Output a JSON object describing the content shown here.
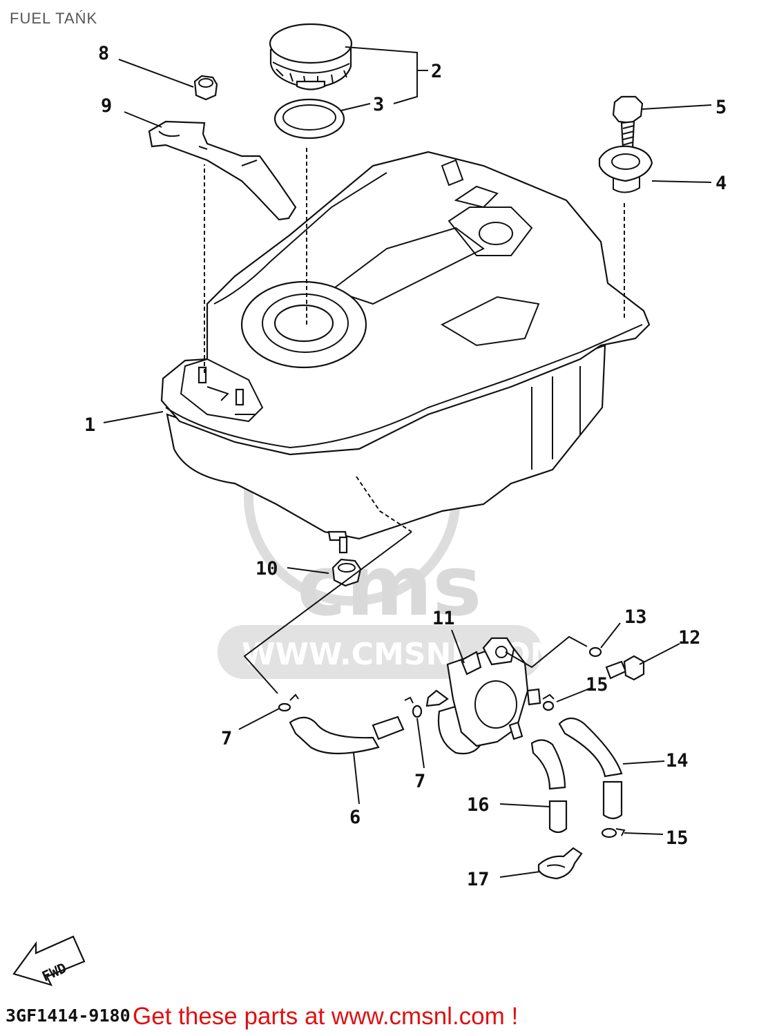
{
  "title": "FUEL TAŃK",
  "drawing_code": "3GF1414-9180",
  "promo": "Get these parts at www.cmsnl.com !",
  "watermark": {
    "brand": "cms",
    "url": "WWW.CMSNL.COM"
  },
  "direction_label": "FWD",
  "callouts": [
    "1",
    "2",
    "3",
    "4",
    "5",
    "6",
    "7",
    "7",
    "8",
    "9",
    "10",
    "11",
    "12",
    "13",
    "14",
    "15",
    "15",
    "16",
    "17"
  ],
  "colors": {
    "ink": "#111111",
    "promo": "#e01010",
    "watermark": "#d9d9d9",
    "title": "#555555"
  }
}
